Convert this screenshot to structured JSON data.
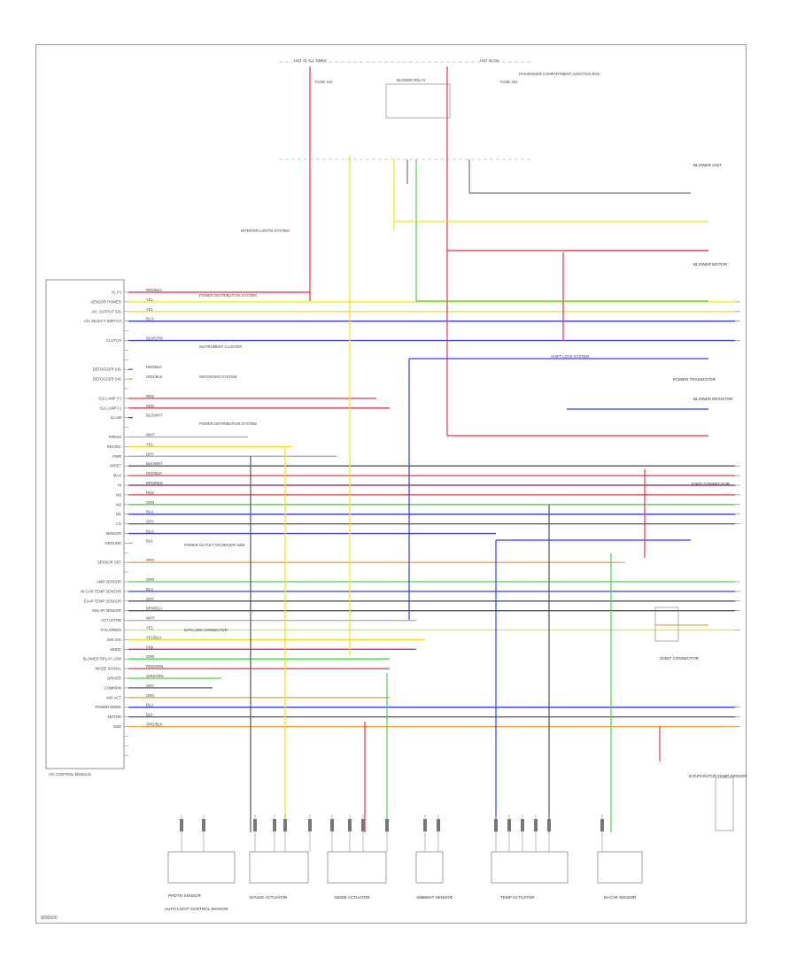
{
  "module": {
    "name": "A/C CONTROL MODULE",
    "pins": [
      {
        "label": "IG (+)",
        "color": "#e8334a",
        "wire": "RED/BLU"
      },
      {
        "label": "SENSOR POWER",
        "color": "#f2e318",
        "wire": "YEL"
      },
      {
        "label": "A/C OUTPUT SIG",
        "color": "#f2e318",
        "wire": "YEL"
      },
      {
        "label": "A/C SELECT SWITCH",
        "color": "#3a3af0",
        "wire": "BLU"
      },
      {
        "label": "",
        "color": "#aaaaaa",
        "wire": ""
      },
      {
        "label": "CLUTCH",
        "color": "#3a3af0",
        "wire": "BLU/GRN"
      },
      {
        "label": "",
        "color": "#aaaaaa",
        "wire": ""
      },
      {
        "label": "",
        "color": "#aaaaaa",
        "wire": ""
      },
      {
        "label": "DEFOGGER SIG",
        "color": "#e8334a",
        "wire": "RED/BLK"
      },
      {
        "label": "DEFOGGER SIG",
        "color": "#f5a23a",
        "wire": "ORG/BLK"
      },
      {
        "label": "",
        "color": "#aaaaaa",
        "wire": ""
      },
      {
        "label": "IG2 LAMP (+)",
        "color": "#e8334a",
        "wire": "RED"
      },
      {
        "label": "IG2 LAMP (-)",
        "color": "#e8334a",
        "wire": "RED"
      },
      {
        "label": "ILLUM",
        "color": "#3a3af0",
        "wire": "BLU/WHT"
      },
      {
        "label": "",
        "color": "#aaaaaa",
        "wire": ""
      },
      {
        "label": "FRESH",
        "color": "#aaaaaa",
        "wire": "WHT"
      },
      {
        "label": "RECIRC",
        "color": "#f2e318",
        "wire": "YEL"
      },
      {
        "label": "PWR",
        "color": "#aaaaaa",
        "wire": "GRY"
      },
      {
        "label": "M/SET",
        "color": "#555555",
        "wire": "BLK/WHT"
      },
      {
        "label": "MAX",
        "color": "#e8334a",
        "wire": "RED/BLK"
      },
      {
        "label": "HI",
        "color": "#7a2a3a",
        "wire": "BRN/RED"
      },
      {
        "label": "M3",
        "color": "#e8334a",
        "wire": "RED"
      },
      {
        "label": "M2",
        "color": "#4ad44a",
        "wire": "GRN"
      },
      {
        "label": "M1",
        "color": "#3a3af0",
        "wire": "BLU"
      },
      {
        "label": "LO",
        "color": "#555555",
        "wire": "GRY"
      },
      {
        "label": "SENSOR",
        "color": "#3a3af0",
        "wire": "BLU"
      },
      {
        "label": "GROUND",
        "color": "#aaaaaa",
        "wire": "BLK"
      },
      {
        "label": "",
        "color": "#aaaaaa",
        "wire": ""
      },
      {
        "label": "SENSOR SET",
        "color": "#f5a23a",
        "wire": "ORG"
      },
      {
        "label": "",
        "color": "#aaaaaa",
        "wire": ""
      },
      {
        "label": "AMB SENSOR",
        "color": "#4ad44a",
        "wire": "GRN"
      },
      {
        "label": "IN-CAR TEMP SENSOR",
        "color": "#3a3af0",
        "wire": "BLU"
      },
      {
        "label": "EVAP TEMP SENSOR",
        "color": "#555555",
        "wire": "GRY"
      },
      {
        "label": "SOLAR SENSOR",
        "color": "#555555",
        "wire": "BRN/BLU"
      },
      {
        "label": "ACTUATOR",
        "color": "#aaaaaa",
        "wire": "WHT"
      },
      {
        "label": "FAN SPEED",
        "color": "#f2e318",
        "wire": "YEL"
      },
      {
        "label": "MIX SIG",
        "color": "#f2e318",
        "wire": "YEL/BLU"
      },
      {
        "label": "MODE",
        "color": "#e8334a",
        "wire": "PNK"
      },
      {
        "label": "BLOWER RELAY LOW",
        "color": "#4ad44a",
        "wire": "GRN"
      },
      {
        "label": "MODE SIGNAL",
        "color": "#e8334a",
        "wire": "RED/GRN"
      },
      {
        "label": "DRIVER",
        "color": "#4ad44a",
        "wire": "GRN/ORG"
      },
      {
        "label": "COMMON",
        "color": "#555555",
        "wire": "GRY"
      },
      {
        "label": "MIX ACT",
        "color": "#f5a23a",
        "wire": "ORG"
      },
      {
        "label": "POWER MODE",
        "color": "#3a3af0",
        "wire": "BLU"
      },
      {
        "label": "MOTOR",
        "color": "#555555",
        "wire": "BLK"
      },
      {
        "label": "GND",
        "color": "#f5a23a",
        "wire": "ORG/BLK"
      },
      {
        "label": "",
        "color": "#aaaaaa",
        "wire": ""
      },
      {
        "label": "",
        "color": "#aaaaaa",
        "wire": ""
      },
      {
        "label": "",
        "color": "#aaaaaa",
        "wire": ""
      }
    ]
  },
  "top": {
    "hot_label": "HOT AT ALL TIMES",
    "fuse1": "FUSE 10A",
    "fuse2": "FUSE 15A",
    "relay": "BLOWER RELAY",
    "header_right": "HOT IN ON",
    "box_label": "PASSENGER COMPARTMENT JUNCTION BOX"
  },
  "notes": {
    "powerdist": "POWER DISTRIBUTION SYSTEM",
    "instrument": "INSTRUMENT CLUSTER",
    "defogger": "DEFOGGER SYSTEM",
    "illum": "INTERIOR LIGHTS SYSTEM",
    "power_dist2": "POWER DISTRIBUTION SYSTEM",
    "fuse_ref": "POWER OUTLET ON DRIVER SIDE",
    "data_link": "DATA LINK CONNECTOR",
    "shift": "SHIFT LOCK SYSTEM"
  },
  "right": {
    "blower_unit": "BLOWER UNIT",
    "blower_motor": "BLOWER MOTOR",
    "power_tr": "POWER TRANSISTOR",
    "blower_resistor": "BLOWER RESISTOR",
    "joint1": "JOINT CONNECTOR",
    "joint2": "JOINT CONNECTOR",
    "evap": "EVAPORATOR TEMP SENSOR"
  },
  "bottom": {
    "photo_sensor": "PHOTO SENSOR",
    "auto_light": "AUTO LIGHT CONTROL SENSOR",
    "intake": "INTAKE ACTUATOR",
    "mode": "MODE ACTUATOR",
    "ambient": "AMBIENT SENSOR",
    "temp": "TEMP ACTUATOR",
    "incar": "IN-CAR SENSOR"
  },
  "footer": {
    "code": "W00000"
  }
}
